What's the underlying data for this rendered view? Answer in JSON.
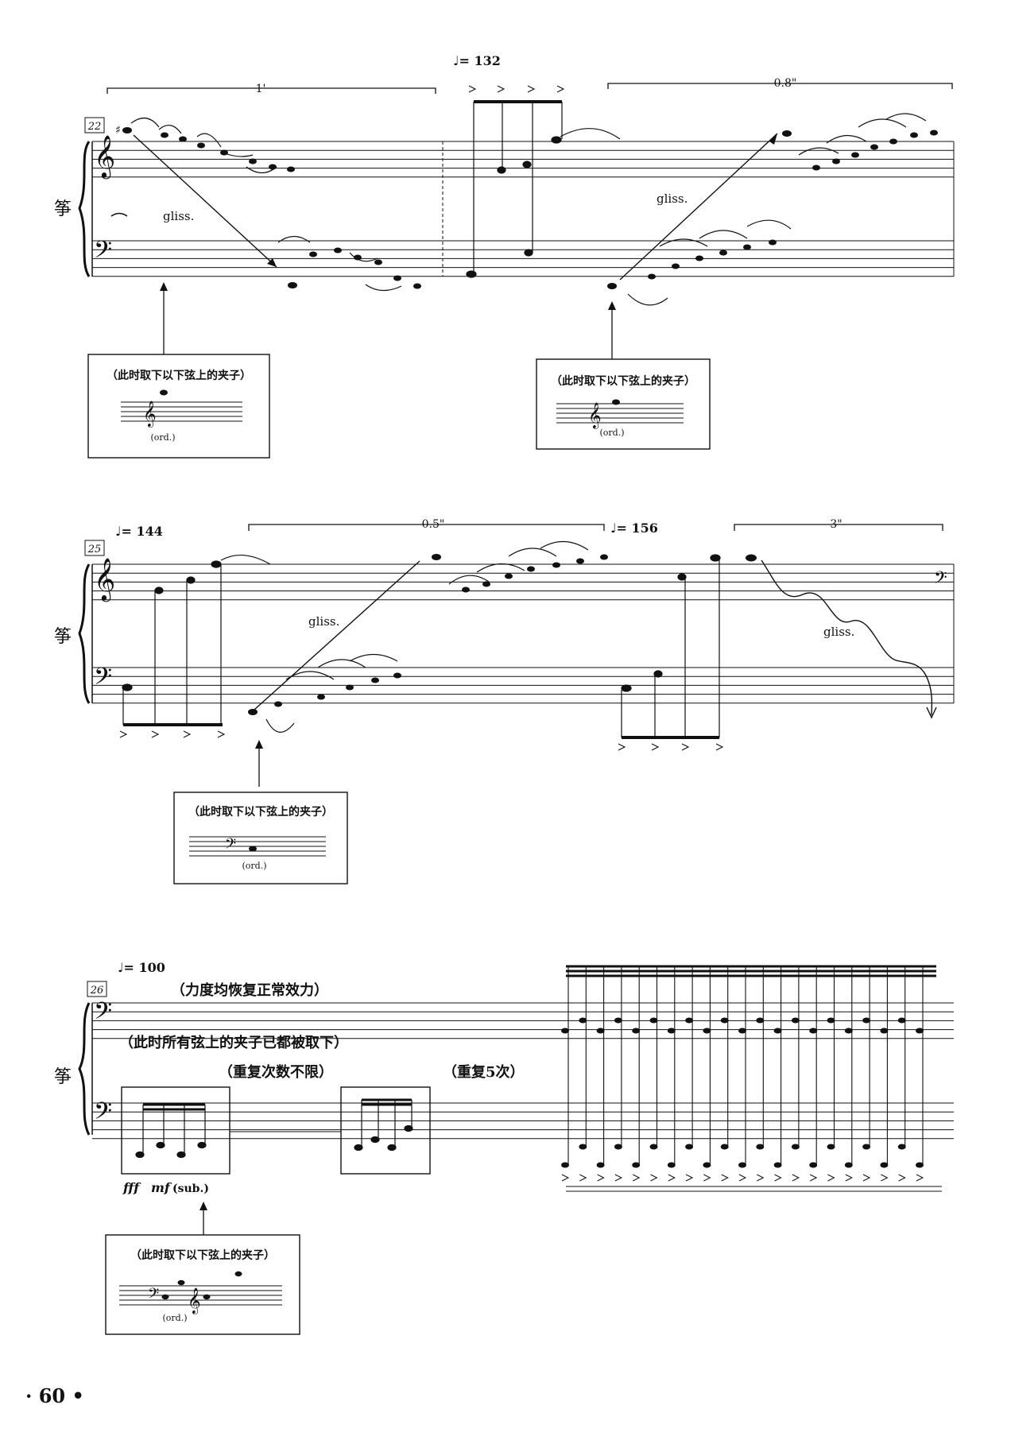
{
  "instrument": "筝",
  "gliss_label": "gliss.",
  "ord_label": "(ord.)",
  "callout_text": "（此时取下以下弦上的夹子）",
  "page_number": "· 60 •",
  "systems": [
    {
      "measure_number": "22",
      "tempo": "♩= 132",
      "time_brackets": [
        "1'",
        "0.8\""
      ]
    },
    {
      "measure_number": "25",
      "tempo_start": "♩= 144",
      "tempo_mid": "♩= 156",
      "time_brackets": [
        "0.5\"",
        "3\""
      ]
    },
    {
      "measure_number": "26",
      "tempo": "♩= 100",
      "note_dynamics": "（力度均恢复正常效力）",
      "note_clips": "（此时所有弦上的夹子已都被取下）",
      "repeat_unlimited": "（重复次数不限）",
      "repeat_five": "（重复5次）",
      "dynamic_fff": "fff",
      "dynamic_mf": "mf",
      "dynamic_sub": "(sub.)"
    }
  ]
}
